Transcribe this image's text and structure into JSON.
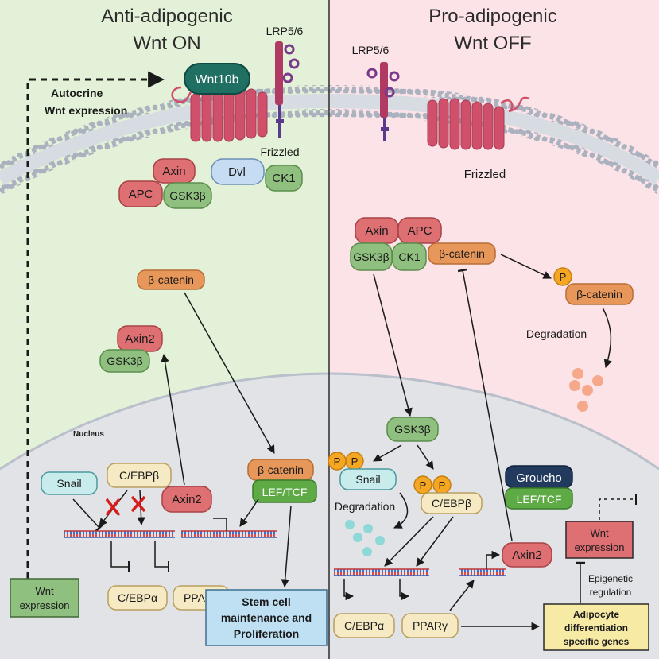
{
  "left_panel": {
    "title_line1": "Anti-adipogenic",
    "title_line2": "Wnt ON",
    "autocrine_line1": "Autocrine",
    "autocrine_line2": "Wnt expression",
    "wnt10b": "Wnt10b",
    "lrp": "LRP5/6",
    "frizzled": "Frizzled",
    "axin": "Axin",
    "apc": "APC",
    "gsk3b": "GSK3β",
    "dvl": "Dvl",
    "ck1": "CK1",
    "beta_catenin": "β-catenin",
    "axin2_cyto": "Axin2",
    "gsk3b_cyto": "GSK3β",
    "nucleus": "Nucleus",
    "snail": "Snail",
    "cebpb": "C/EBPβ",
    "beta_catenin_nuc": "β-catenin",
    "lef_tcf": "LEF/TCF",
    "axin2_nuc": "Axin2",
    "cebpa": "C/EBPα",
    "pparg": "PPARγ",
    "wnt_expression_line1": "Wnt",
    "wnt_expression_line2": "expression",
    "stem_line1": "Stem cell",
    "stem_line2": "maintenance and",
    "stem_line3": "Proliferation"
  },
  "right_panel": {
    "title_line1": "Pro-adipogenic",
    "title_line2": "Wnt OFF",
    "lrp": "LRP5/6",
    "frizzled": "Frizzled",
    "axin": "Axin",
    "apc": "APC",
    "gsk3b": "GSK3β",
    "ck1": "CK1",
    "beta_catenin": "β-catenin",
    "phospho": "P",
    "beta_catenin_p": "β-catenin",
    "degradation1": "Degradation",
    "gsk3b_nuc": "GSK3β",
    "snail": "Snail",
    "degradation2": "Degradation",
    "cebpb": "C/EBPβ",
    "groucho": "Groucho",
    "lef_tcf": "LEF/TCF",
    "axin2": "Axin2",
    "wnt_expression_line1": "Wnt",
    "wnt_expression_line2": "expression",
    "epigenetic_line1": "Epigenetic",
    "epigenetic_line2": "regulation",
    "cebpa": "C/EBPα",
    "pparg": "PPARγ",
    "adipocyte_line1": "Adipocyte",
    "adipocyte_line2": "differentiation",
    "adipocyte_line3": "specific genes"
  },
  "colors": {
    "left_bg": "#e2f1d7",
    "right_bg": "#fbe3e7",
    "nucleus": "#e2e3e6",
    "membrane": "#b5bcc8",
    "red_protein": "#de6f73",
    "green_protein": "#8fc07f",
    "orange_protein": "#e8975a",
    "teal": "#1f6f63",
    "navy": "#213a5e",
    "lef_green": "#5eab46",
    "receptor": "#d0506c",
    "lrp": "#b03a62"
  }
}
